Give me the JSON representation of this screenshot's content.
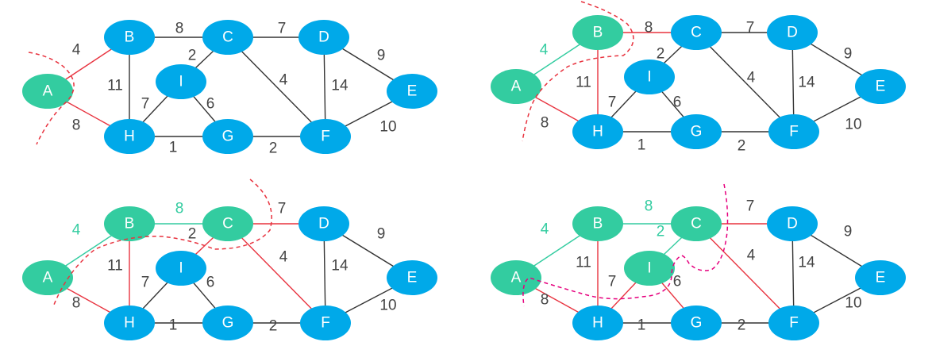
{
  "colors": {
    "node_default": "#00A9E9",
    "node_visited": "#33CCA0",
    "edge_default": "#333333",
    "edge_candidate": "#E8333F",
    "edge_chosen": "#33CCA0",
    "cut_line": "#E8333F",
    "cut_line_panel4": "#E6007E",
    "label_text": "#444444"
  },
  "diagram": {
    "nodes": [
      {
        "id": "A",
        "label": "A"
      },
      {
        "id": "B",
        "label": "B"
      },
      {
        "id": "C",
        "label": "C"
      },
      {
        "id": "D",
        "label": "D"
      },
      {
        "id": "E",
        "label": "E"
      },
      {
        "id": "F",
        "label": "F"
      },
      {
        "id": "G",
        "label": "G"
      },
      {
        "id": "H",
        "label": "H"
      },
      {
        "id": "I",
        "label": "I"
      }
    ],
    "edges": [
      {
        "id": "AB",
        "from": "A",
        "to": "B",
        "weight": "4"
      },
      {
        "id": "AH",
        "from": "A",
        "to": "H",
        "weight": "8"
      },
      {
        "id": "BC",
        "from": "B",
        "to": "C",
        "weight": "8"
      },
      {
        "id": "BH",
        "from": "B",
        "to": "H",
        "weight": "11"
      },
      {
        "id": "CD",
        "from": "C",
        "to": "D",
        "weight": "7"
      },
      {
        "id": "CI",
        "from": "C",
        "to": "I",
        "weight": "2"
      },
      {
        "id": "CF",
        "from": "C",
        "to": "F",
        "weight": "4"
      },
      {
        "id": "DE",
        "from": "D",
        "to": "E",
        "weight": "9"
      },
      {
        "id": "DF",
        "from": "D",
        "to": "F",
        "weight": "14"
      },
      {
        "id": "EF",
        "from": "E",
        "to": "F",
        "weight": "10"
      },
      {
        "id": "FG",
        "from": "F",
        "to": "G",
        "weight": "2"
      },
      {
        "id": "GH",
        "from": "G",
        "to": "H",
        "weight": "1"
      },
      {
        "id": "GI",
        "from": "G",
        "to": "I",
        "weight": "6"
      },
      {
        "id": "HI",
        "from": "H",
        "to": "I",
        "weight": "7"
      }
    ],
    "panels": [
      {
        "step": 1,
        "visited_nodes": [
          "A"
        ],
        "chosen_edges": [],
        "candidate_edges": [
          "AB",
          "AH"
        ]
      },
      {
        "step": 2,
        "visited_nodes": [
          "A",
          "B"
        ],
        "chosen_edges": [
          "AB"
        ],
        "candidate_edges": [
          "AH",
          "BC",
          "BH"
        ]
      },
      {
        "step": 3,
        "visited_nodes": [
          "A",
          "B",
          "C"
        ],
        "chosen_edges": [
          "AB",
          "BC"
        ],
        "candidate_edges": [
          "AH",
          "BH",
          "CD",
          "CI",
          "CF"
        ]
      },
      {
        "step": 4,
        "visited_nodes": [
          "A",
          "B",
          "C",
          "I"
        ],
        "chosen_edges": [
          "AB",
          "BC",
          "CI"
        ],
        "candidate_edges": [
          "AH",
          "BH",
          "CD",
          "CF",
          "HI",
          "GI"
        ]
      }
    ]
  }
}
